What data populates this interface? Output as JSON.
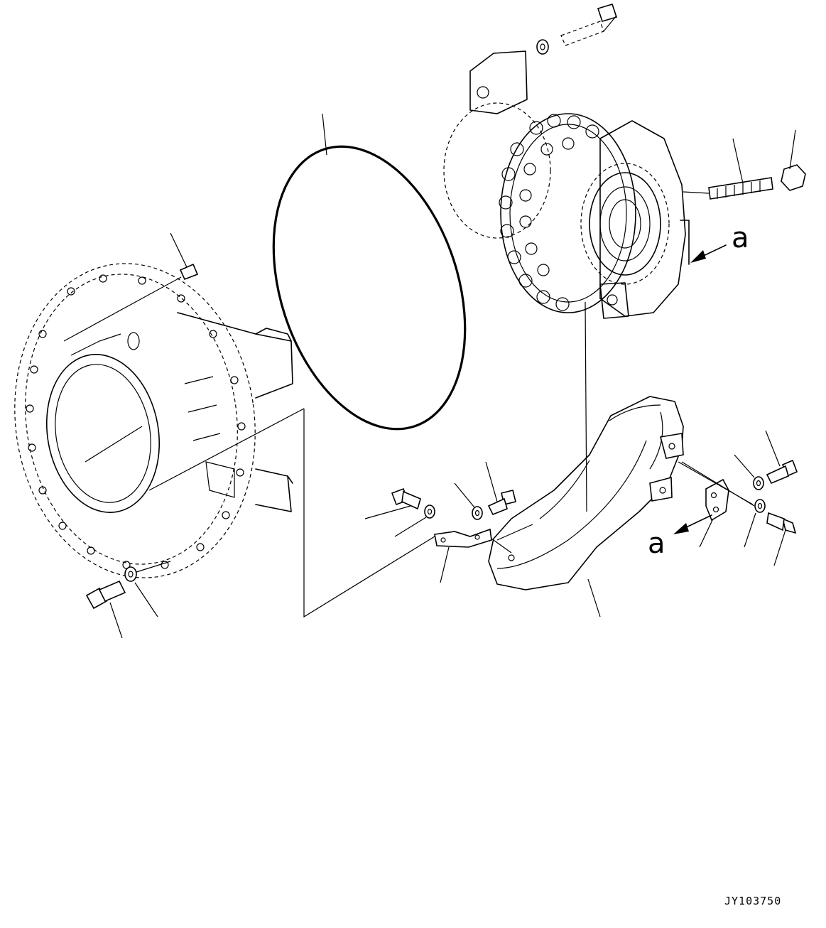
{
  "view_labels": [
    "a",
    "a"
  ],
  "drawing_code": "JY103750",
  "colors": {
    "ink": "#000000",
    "paper": "#ffffff"
  }
}
